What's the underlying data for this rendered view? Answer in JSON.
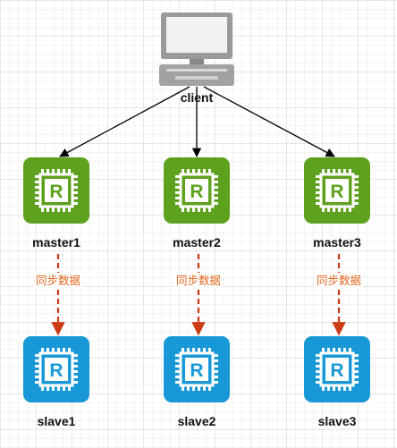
{
  "client": {
    "label": "client",
    "icon": "computer-icon"
  },
  "masters": [
    {
      "label": "master1",
      "icon": "redis-chip-icon"
    },
    {
      "label": "master2",
      "icon": "redis-chip-icon"
    },
    {
      "label": "master3",
      "icon": "redis-chip-icon"
    }
  ],
  "slaves": [
    {
      "label": "slave1",
      "icon": "redis-chip-icon"
    },
    {
      "label": "slave2",
      "icon": "redis-chip-icon"
    },
    {
      "label": "slave3",
      "icon": "redis-chip-icon"
    }
  ],
  "sync_labels": [
    "同步数据",
    "同步数据",
    "同步数据"
  ],
  "chip_letter": "R",
  "colors": {
    "master": "#5ea11f",
    "slave": "#1898d6",
    "sync_edge": "#cc3b16",
    "sync_text": "#e0651c",
    "client_edge": "#000000"
  }
}
